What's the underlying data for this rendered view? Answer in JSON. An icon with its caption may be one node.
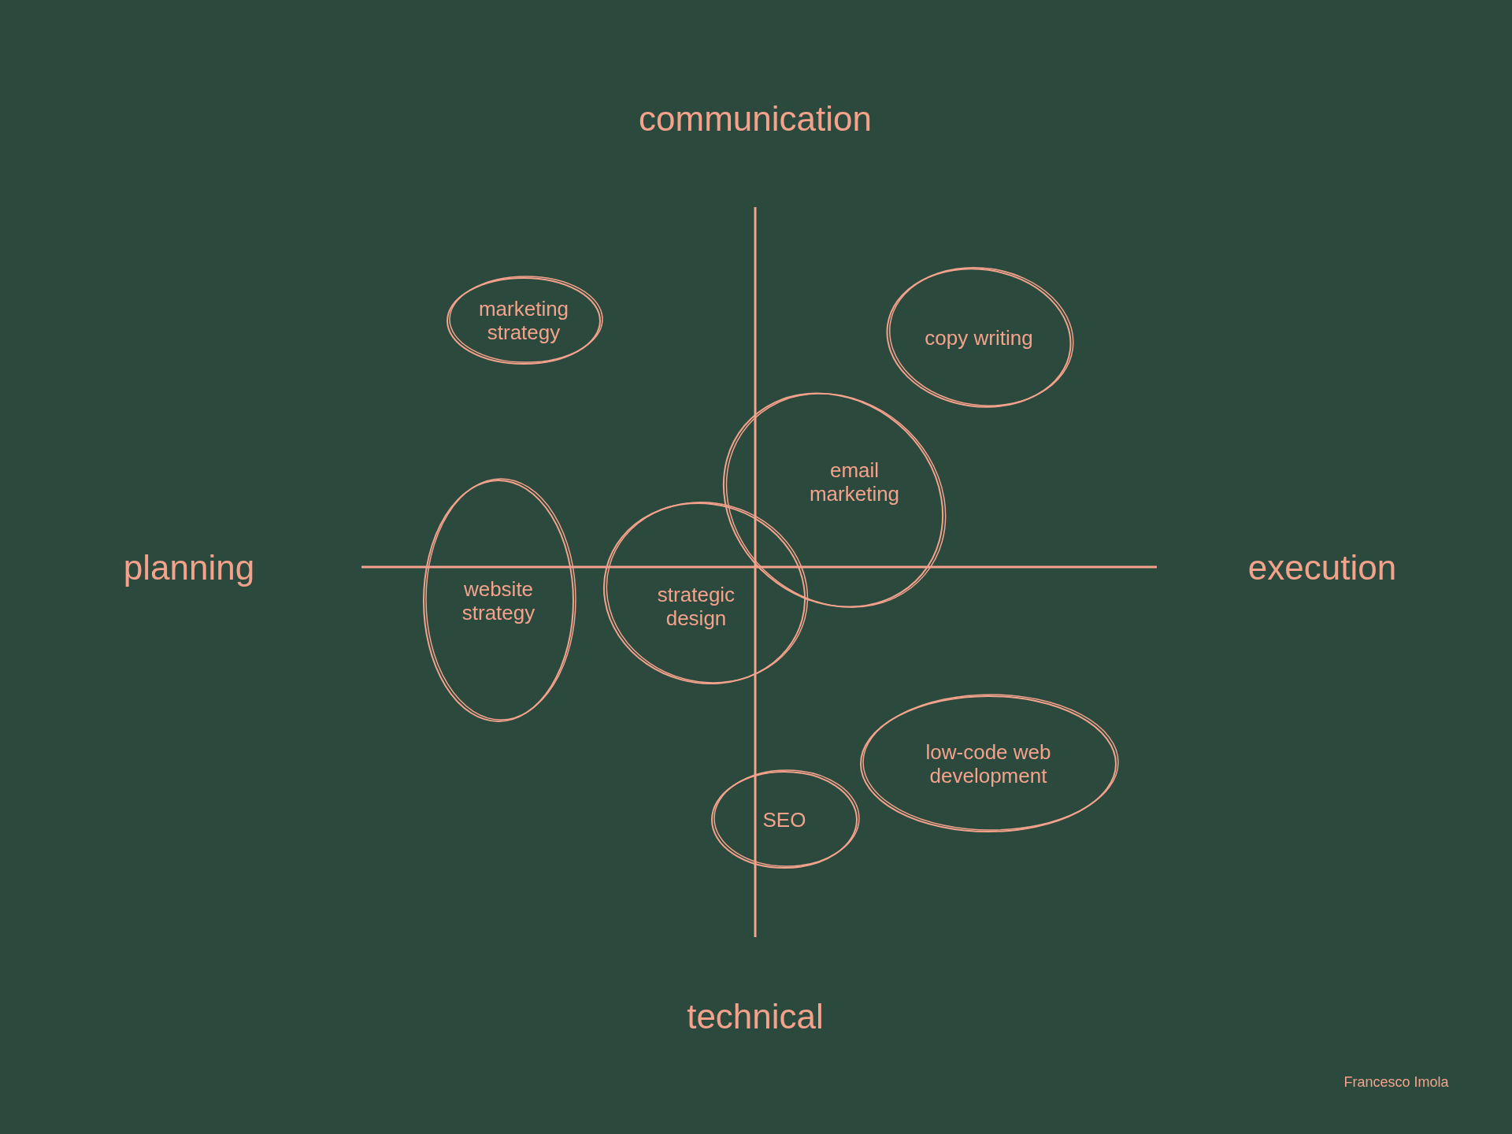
{
  "diagram": {
    "nodes": [
      {
        "text": [
          "marketing strategy"
        ]
      },
      {
        "text": [
          "copy writing"
        ]
      },
      {
        "text": [
          "email marketing"
        ]
      },
      {
        "text": [
          "website strategy"
        ]
      },
      {
        "text": [
          "strategic design"
        ]
      },
      {
        "text": [
          "low-code web development"
        ]
      },
      {
        "text": [
          "SEO"
        ]
      }
    ],
    "edges": [],
    "labels": [
      "communication",
      "planning",
      "execution",
      "technical",
      "Francesco Imola"
    ]
  }
}
